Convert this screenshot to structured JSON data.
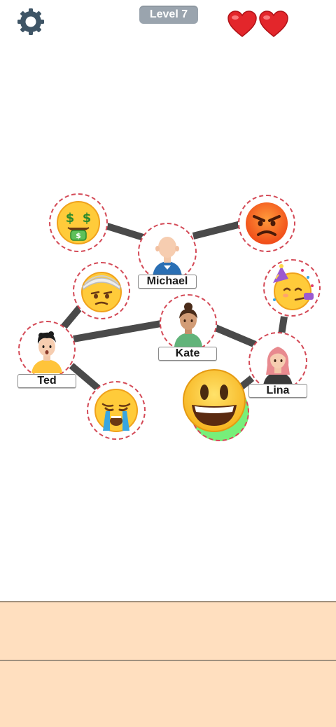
{
  "hud": {
    "level_label": "Level 7",
    "lives": 2,
    "settings_icon": "gear-icon",
    "life_icon": "heart-icon",
    "colors": {
      "badge": "#9aa4ae",
      "gear": "#3f5566",
      "heart": "#e3262b"
    }
  },
  "board": {
    "people": [
      {
        "id": "michael",
        "name": "Michael",
        "avatar": "bald-man-avatar"
      },
      {
        "id": "kate",
        "name": "Kate",
        "avatar": "woman-bun-avatar"
      },
      {
        "id": "ted",
        "name": "Ted",
        "avatar": "man-surprised-avatar"
      },
      {
        "id": "lina",
        "name": "Lina",
        "avatar": "woman-pink-hair-avatar"
      }
    ],
    "emoji_slots": [
      {
        "id": "money",
        "icon": "money-mouth-face-icon"
      },
      {
        "id": "angry",
        "icon": "angry-face-icon"
      },
      {
        "id": "bandage",
        "icon": "head-bandage-face-icon"
      },
      {
        "id": "party",
        "icon": "partying-face-icon"
      },
      {
        "id": "crying",
        "icon": "loudly-crying-face-icon"
      }
    ],
    "draggable": {
      "icon": "grinning-face-icon"
    },
    "colors": {
      "link": "#4a4a4a",
      "ring": "#d44a57",
      "target": "#77ef7a"
    }
  }
}
